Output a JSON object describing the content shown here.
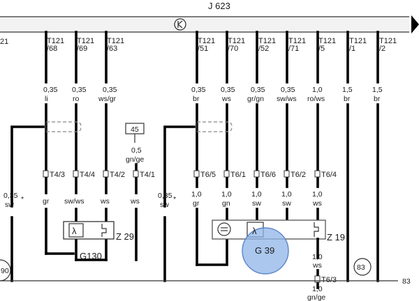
{
  "control_unit": {
    "label": "J 623",
    "ground_icon": "ground-terminal-icon",
    "arrow_icon": "continuation-arrow-icon"
  },
  "left_edge": {
    "pin_fragment": "21",
    "circle_label": "90"
  },
  "pins": [
    {
      "pin": "T121\n/68",
      "size": "0,35",
      "color": "li"
    },
    {
      "pin": "T121\n/69",
      "size": "0,35",
      "color": "ro"
    },
    {
      "pin": "T121\n/63",
      "size": "0,35",
      "color": "ws/gr"
    },
    {
      "pin": "T121\n/51",
      "size": "0,35",
      "color": "br"
    },
    {
      "pin": "T121\n/70",
      "size": "0,35",
      "color": "ws"
    },
    {
      "pin": "T121\n/52",
      "size": "0,35",
      "color": "gr/gn"
    },
    {
      "pin": "T121\n/71",
      "size": "0,35",
      "color": "sw/ws"
    },
    {
      "pin": "T121\n/5",
      "size": "1,0",
      "color": "ro/ws"
    },
    {
      "pin": "T121\n/1",
      "size": "1,5",
      "color": "br"
    },
    {
      "pin": "T121\n/2",
      "size": "1,5",
      "color": "br"
    }
  ],
  "shields": [
    {
      "size": "0,35",
      "color": "sw"
    },
    {
      "size": "0,35",
      "color": "sw"
    }
  ],
  "ref_box": {
    "label": "45"
  },
  "ref_wire": {
    "size": "0,5",
    "color": "gn/ge"
  },
  "connectors_t4": [
    "T4/3",
    "T4/4",
    "T4/2",
    "T4/1"
  ],
  "t4_wire_colors": [
    "gr",
    "sw/ws",
    "ws",
    "ws"
  ],
  "connectors_t6": [
    "T6/5",
    "T6/1",
    "T6/6",
    "T6/2",
    "T6/4"
  ],
  "t6_wire_specs": [
    {
      "size": "1,0",
      "color": "gr"
    },
    {
      "size": "1,0",
      "color": "gn"
    },
    {
      "size": "1,0",
      "color": "sw"
    },
    {
      "size": "1,0",
      "color": "sw"
    },
    {
      "size": "1,0",
      "color": "ws"
    }
  ],
  "sensor1": {
    "symbol": "λ",
    "z_label": "Z 29",
    "g_label": "G130"
  },
  "sensor2": {
    "symbol": "λ",
    "z_label": "Z 19",
    "g_label": "G 39",
    "highlight_color": "#8fb4e8"
  },
  "lower_wire": {
    "size": "1,0",
    "color": "ws",
    "connector": "T6/3",
    "size2": "1,0",
    "color2": "gn/ge"
  },
  "refs": {
    "circle": "83",
    "line_end": "83"
  }
}
